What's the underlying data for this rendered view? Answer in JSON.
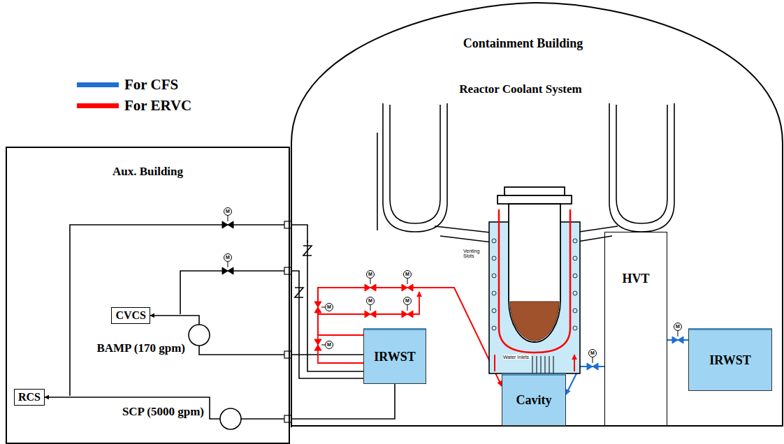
{
  "diagram": {
    "nodes": [
      {
        "text": [
          "Containment Building"
        ]
      },
      {
        "text": [
          "IRWST"
        ],
        "in": 0
      },
      {
        "text": [
          "Cavity"
        ],
        "in": 0
      },
      {
        "text": [
          "HVT"
        ],
        "in": 0
      },
      {
        "text": [
          "IRWST"
        ],
        "in": 0
      },
      {
        "text": [
          "Aux. Building"
        ]
      },
      {
        "text": [
          "CVCS"
        ],
        "in": 5
      },
      {
        "text": [
          "RCS"
        ],
        "in": 5
      }
    ],
    "edges": [
      {
        "from": 1,
        "to": 7,
        "arrow": "to"
      },
      {
        "from": 1,
        "to": 6,
        "arrow": "to"
      },
      {
        "from": 1,
        "to": 2,
        "arrow": "to"
      },
      {
        "from": 4,
        "to": 3,
        "arrow": "none"
      },
      {
        "from": 3,
        "to": 2,
        "arrow": "to"
      }
    ],
    "labels": [
      "Reactor Coolant System",
      "Venting Slots",
      "Water Inlets",
      "BAMP (170 gpm)",
      "SCP (5000 gpm)",
      "M",
      "M",
      "M",
      "M",
      "M",
      "M",
      "M",
      "M",
      "M",
      "M"
    ],
    "legend": [
      {
        "text": "For CFS",
        "color": "#1f6fd0"
      },
      {
        "text": "For ERVC",
        "color": "#ff0000"
      }
    ]
  }
}
